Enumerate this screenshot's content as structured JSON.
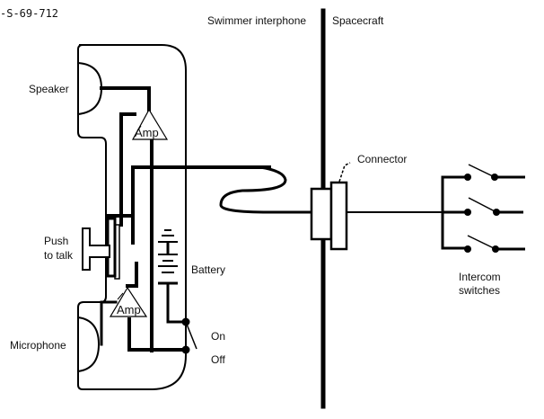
{
  "figure_id": "-S-69-712",
  "headings": {
    "left": "Swimmer interphone",
    "right": "Spacecraft"
  },
  "labels": {
    "speaker": "Speaker",
    "push_to_talk_line1": "Push",
    "push_to_talk_line2": "to talk",
    "battery": "Battery",
    "microphone": "Microphone",
    "switch_on": "On",
    "switch_off": "Off",
    "connector": "Connector",
    "intercom_line1": "Intercom",
    "intercom_line2": "switches"
  },
  "amplifiers": {
    "top": "Amp",
    "bottom": "Amp"
  },
  "colors": {
    "ink": "#000000",
    "paper": "#ffffff"
  }
}
